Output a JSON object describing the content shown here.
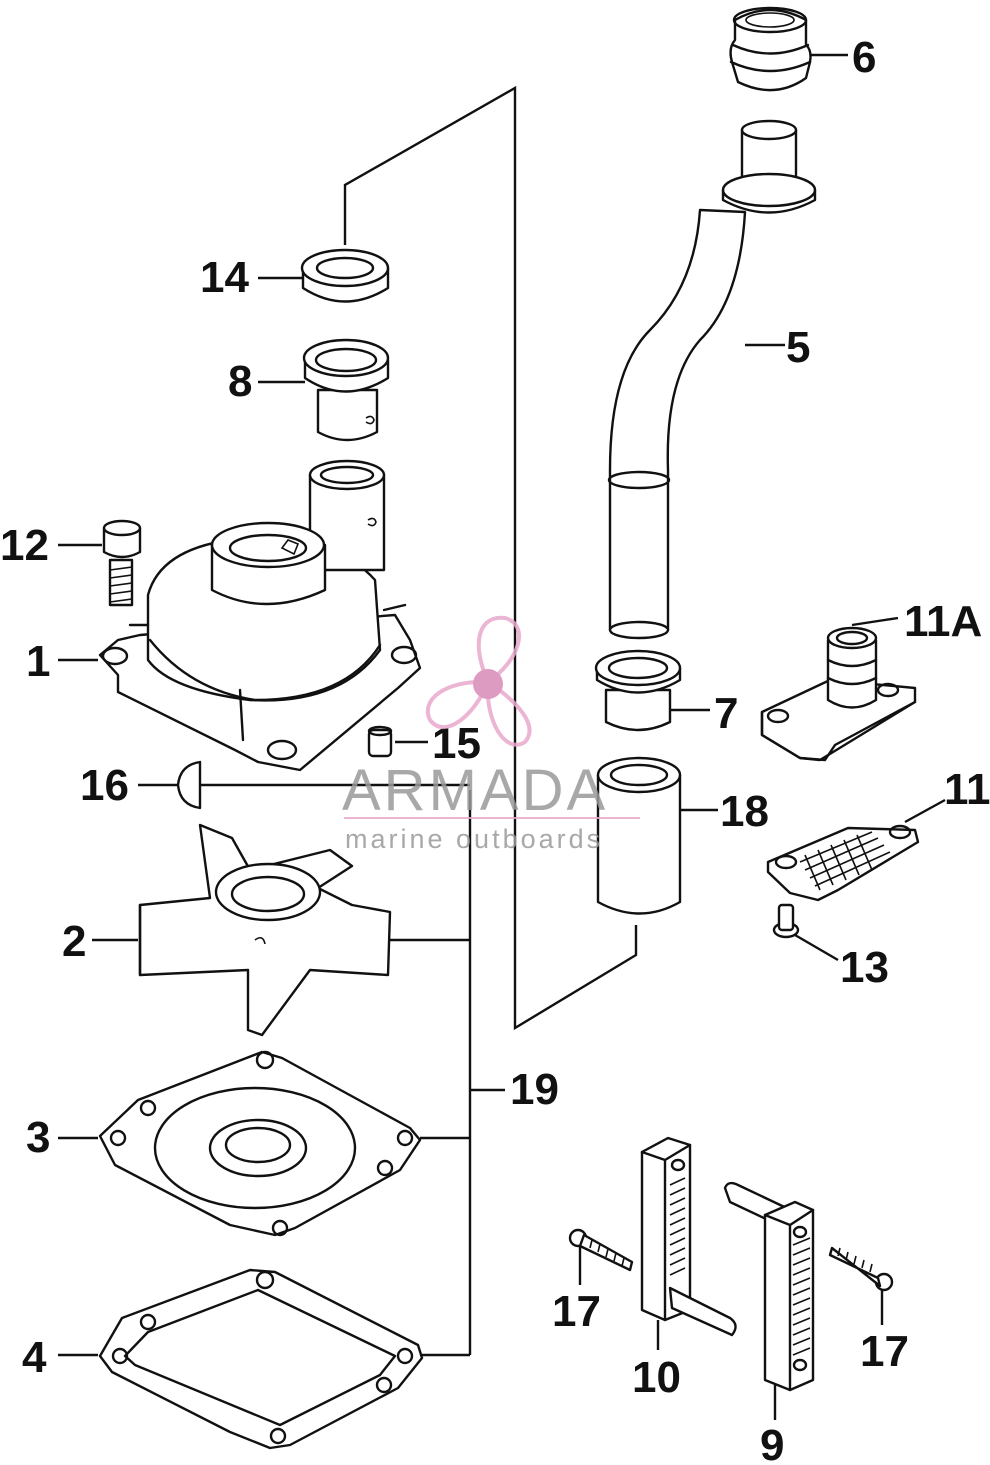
{
  "callouts": {
    "c1": "1",
    "c2": "2",
    "c3": "3",
    "c4": "4",
    "c5": "5",
    "c6": "6",
    "c7": "7",
    "c8": "8",
    "c9": "9",
    "c10": "10",
    "c11": "11",
    "c11a": "11A",
    "c12": "12",
    "c13": "13",
    "c14": "14",
    "c15": "15",
    "c16": "16",
    "c17a": "17",
    "c17b": "17",
    "c18": "18",
    "c19": "19"
  },
  "watermark": {
    "title": "ARMADA",
    "subtitle": "marine outboards",
    "colors": {
      "pink": "#e8a9cc",
      "pink_dark": "#d88ab8",
      "gray": "#9a9a9a"
    }
  }
}
